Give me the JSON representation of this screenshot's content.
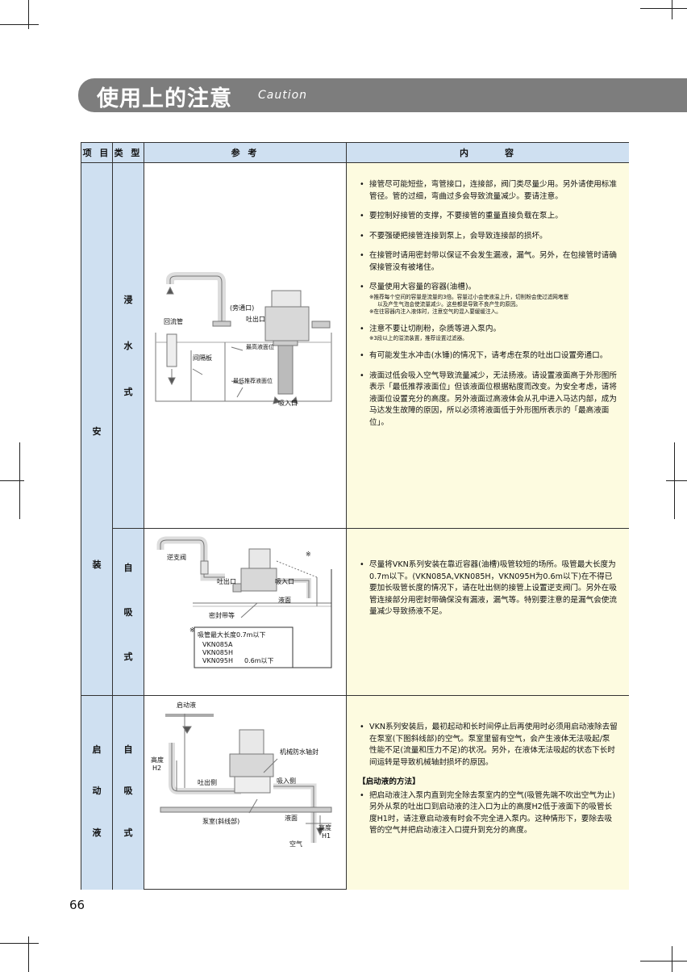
{
  "header": {
    "title": "使用上的注意",
    "subtitle": "Caution"
  },
  "table": {
    "headers": {
      "item": "项 目",
      "type": "类 型",
      "ref": "参 考",
      "content": "内　　　容"
    },
    "sections": {
      "install": {
        "chars": [
          "安",
          "装"
        ]
      },
      "priming": {
        "chars": [
          "启",
          "动",
          "液"
        ]
      }
    },
    "types": {
      "submerged": [
        "浸",
        "水",
        "式"
      ],
      "self_priming": [
        "自",
        "吸",
        "式"
      ],
      "self_priming_2": [
        "自",
        "吸",
        "式"
      ]
    },
    "row1": {
      "diagram": {
        "return_pipe": "回流管",
        "bypass": "(旁通口)",
        "outlet": "吐出口",
        "baffle": "间隔板",
        "max_level": "最高液面位",
        "min_level": "最低推荐液面位",
        "inlet": "吸入口"
      },
      "items": [
        "接管尽可能短些，弯管接口，连接部，阀门类尽量少用。另外请使用标准管径。管的过细，弯曲过多会导致流量减少。要请注意。",
        "要控制好接管的支撑，不要接管的重量直接负载在泵上。",
        "不要强硬把接管连接到泵上，会导致连接部的损坏。",
        "在接管时请用密封带以保证不会发生漏液，漏气。另外，在包接管时请确保接管没有被堵住。",
        "尽量使用大容量的容器(油槽)。",
        "注意不要让切削粉，杂质等进入泵内。",
        "有可能发生水冲击(水锤)的情况下，请考虑在泵的吐出口设置旁通口。",
        "液面过低会吸入空气导致流量减少，无法扬液。请设置液面高于外形图所表示「最低推荐液面位」但该液面位根据粘度而改变。为安全考虑，请将液面位设置充分的高度。另外液面过高液体会从孔中进入马达内部，成为马达发生故障的原因，所以必须将液面低于外形图所表示的「最高液面位」。"
      ],
      "notes4": [
        "※推荐每个空间的容量是流量的3倍。容量过小会使液温上升，切削粉会使过滤网堵塞",
        "以及产生气泡会使流量减少。这些都是导致不良产生的原因。",
        "※在往容器内注入液体时，注意空气的混入要缓缓注入。"
      ],
      "notes5": [
        "※3段以上的溢流装置，推荐设置过滤器。"
      ]
    },
    "row2": {
      "diagram": {
        "check_valve": "逆支阀",
        "outlet": "吐出口",
        "inlet": "吸入口",
        "liquid_level": "液面",
        "seal_tape": "密封带等",
        "mark": "※",
        "max_suction": "吸管最大长度0.7m以下",
        "models": [
          "VKN085A",
          "VKN085H",
          "VKN095H"
        ],
        "model_limit": "0.6m以下"
      },
      "text": "尽量将VKN系列安装在靠近容器(油槽)吸管较短的场所。吸管最大长度为0.7m以下。(VKN085A,VKN085H，VKN095H为0.6m以下)在不得已要加长吸管长度的情况下，请在吐出侧的接管上设置逆支阀门。另外在吸管连接部分用密封带确保没有漏液，漏气等。特别要注意的是漏气会使流量减少导致扬液不足。"
    },
    "row3": {
      "diagram": {
        "priming_liquid": "启动液",
        "height_h2": "高度",
        "h2": "H2",
        "outlet_side": "吐出侧",
        "seal": "机械防水轴封",
        "inlet_side": "吸入侧",
        "pump_chamber": "泵室(斜线部)",
        "liquid_level": "液面",
        "height_h1": "高度",
        "h1": "H1",
        "air": "空气"
      },
      "text": "VKN系列安装后，最初起动和长时间停止后再使用时必须用启动液除去留在泵室(下图斜线部)的空气。泵室里留有空气，会产生液体无法吸起/泵性能不足(流量和压力不足)的状况。另外，在液体无法吸起的状态下长时间运转是导致机械轴封损坏的原因。",
      "method_title": "【启动液的方法】",
      "method_text": "把启动液注入泵内直到完全除去泵室内的空气(吸管先端不吹出空气为止)另外从泵的吐出口到启动液的注入口为止的高度H2低于液面下的吸管长度H1时，请注意启动液有时会不完全进入泵内。这种情形下，要除去吸管的空气并把启动液注入口提升到充分的高度。"
    }
  },
  "page_number": "66",
  "colors": {
    "header_bg": "#cfe0f1",
    "content_bg": "#fdfbe0",
    "banner": "#7d7d7d"
  }
}
